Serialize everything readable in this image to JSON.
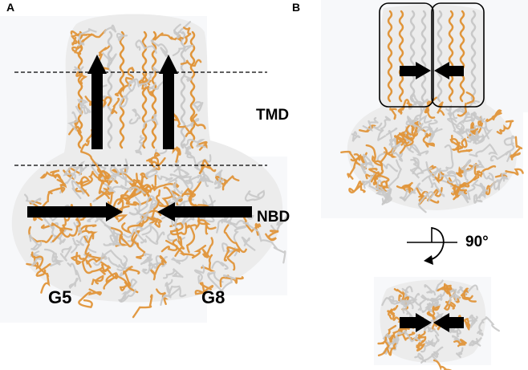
{
  "panels": {
    "a": {
      "letter": "A"
    },
    "b": {
      "letter": "B"
    }
  },
  "regions": {
    "tmd": "TMD",
    "nbd": "NBD"
  },
  "chains": {
    "left": "G5",
    "right": "G8"
  },
  "rotation": {
    "label": "90°"
  },
  "colors": {
    "ribbon_light": "#c8c8c8",
    "ribbon_highlight": "#e0953a",
    "arrow": "#000000",
    "panel_bg": "#f7f8fa",
    "box_outline": "#000000"
  },
  "icons": {
    "rotation_arrow": "rotate-arrow-icon"
  }
}
